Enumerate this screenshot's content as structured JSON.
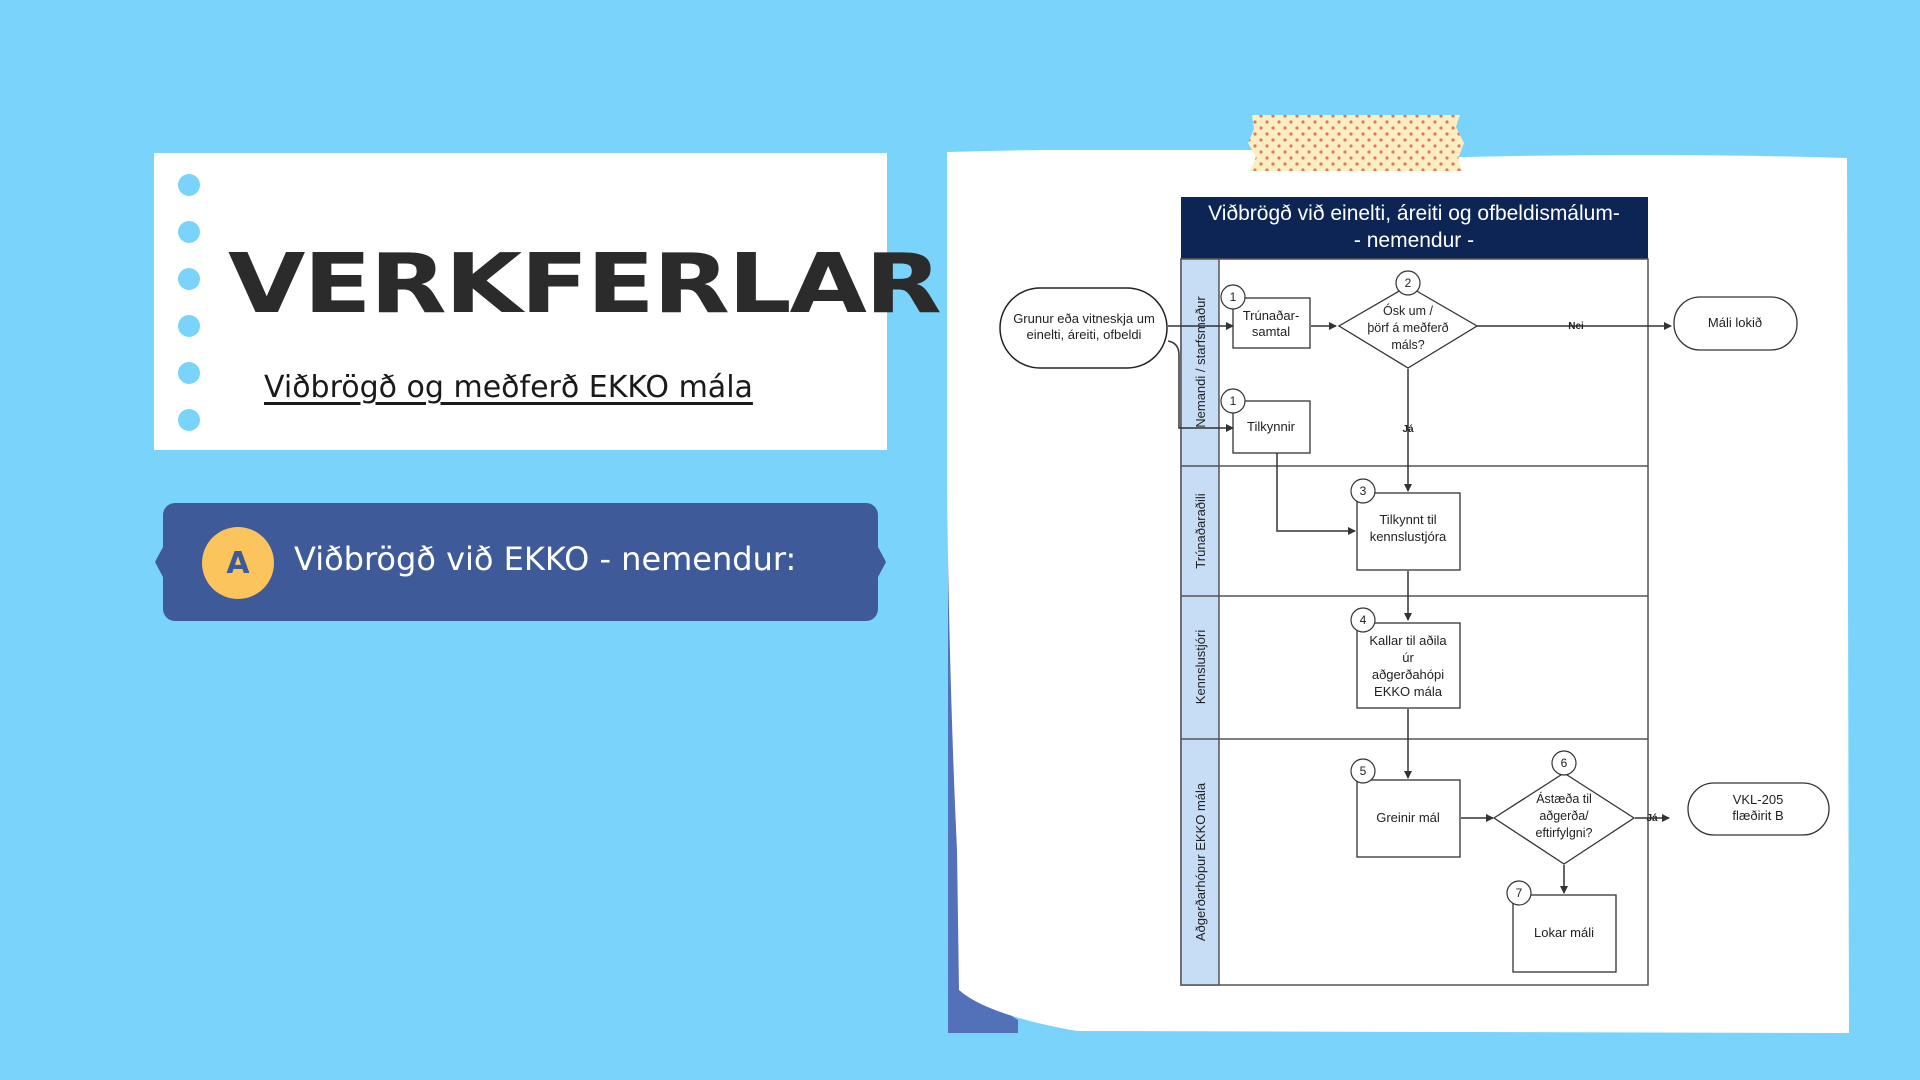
{
  "title_card": {
    "title": "VERKFERLAR",
    "subtitle": "Viðbrögð og meðferð EKKO mála"
  },
  "banner": {
    "badge": "A",
    "text": "Viðbrögð við EKKO - nemendur:"
  },
  "diagram": {
    "header_line1": "Viðbrögð við einelti, áreiti og ofbeldismálum-",
    "header_line2": "- nemendur -",
    "lanes": [
      "Nemandi / starfsmaður",
      "Trúnaðaraðili",
      "Kennslustjóri",
      "Aðgerðarhópur EKKO mála"
    ],
    "start_line1": "Grunur eða vitneskja um",
    "start_line2": "einelti, áreiti, ofbeldi",
    "node_trunadar_line1": "Trúnaðar-",
    "node_trunadar_line2": "samtal",
    "node_tilkynnir": "Tilkynnir",
    "decision2_line1": "Ósk um /",
    "decision2_line2": "þörf á meðferð",
    "decision2_line3": "máls?",
    "end_lokid": "Máli lokið",
    "label_nei": "Nei",
    "label_ja": "Já",
    "node3_line1": "Tilkynnt til",
    "node3_line2": "kennslustjóra",
    "node4_line1": "Kallar til aðila",
    "node4_line2": "úr",
    "node4_line3": "aðgerðahópi",
    "node4_line4": "EKKO mála",
    "node5": "Greinir mál",
    "decision6_line1": "Ástæða til",
    "decision6_line2": "aðgerða/",
    "decision6_line3": "eftirfylgni?",
    "end_vkl_line1": "VKL-205",
    "end_vkl_line2": "flæðirit B",
    "node7": "Lokar máli",
    "step_numbers": [
      "1",
      "1",
      "2",
      "3",
      "4",
      "5",
      "6",
      "7"
    ]
  }
}
